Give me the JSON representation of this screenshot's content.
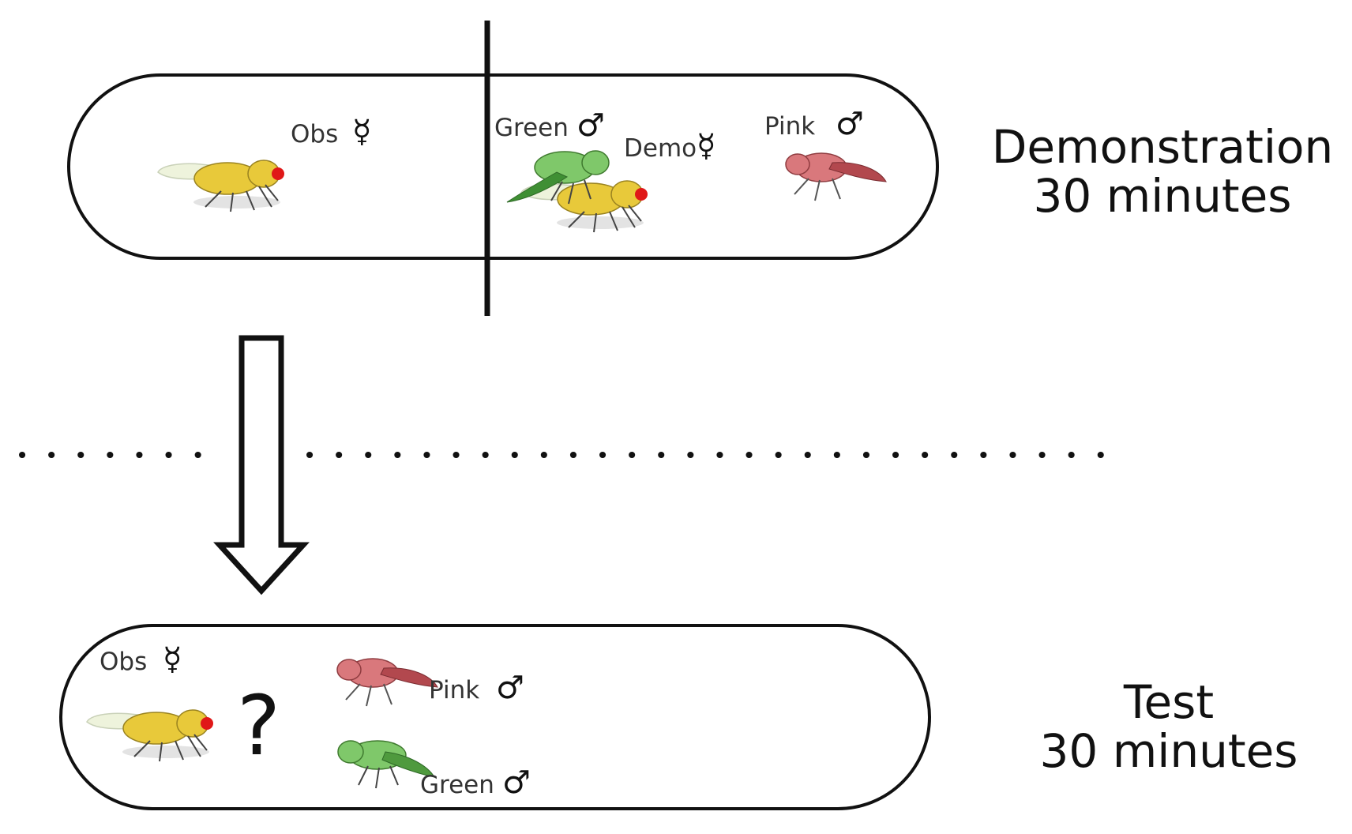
{
  "phases": {
    "demonstration": {
      "title": "Demonstration",
      "duration": "30 minutes"
    },
    "test": {
      "title": "Test",
      "duration": "30 minutes"
    }
  },
  "labels": {
    "obs": "Obs",
    "demo": "Demo",
    "green": "Green",
    "pink": "Pink",
    "question": "?"
  },
  "symbols": {
    "female": "☿",
    "male": "♂"
  },
  "colors": {
    "yellow_fly": "#e8c93a",
    "green_fly": "#7fc86a",
    "pink_fly": "#d9787c",
    "eye": "#e01818",
    "outline": "#111111"
  }
}
